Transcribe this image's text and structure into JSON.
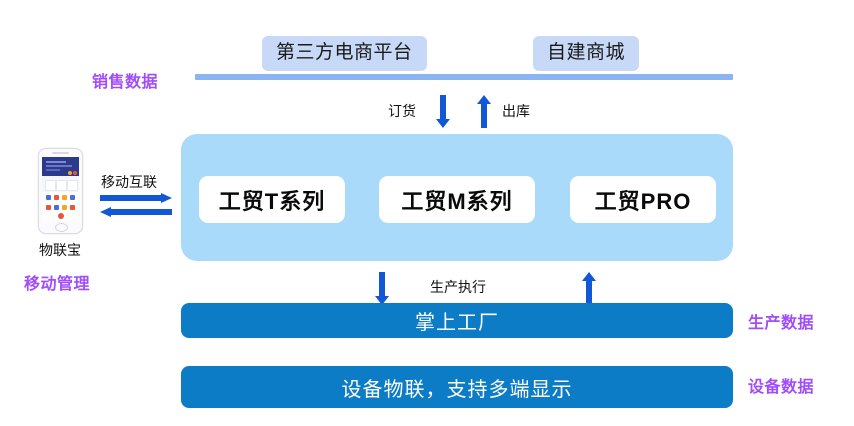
{
  "diagram": {
    "title_channels": {
      "third_party": "第三方电商平台",
      "self_built": "自建商城"
    },
    "side_labels": {
      "sales_data": "销售数据",
      "mobile_management": "移动管理",
      "production_data": "生产数据",
      "equipment_data": "设备数据"
    },
    "flows": {
      "order": "订货",
      "outbound": "出库",
      "production_execution": "生产执行",
      "mobile_internet": "移动互联"
    },
    "platform": {
      "products": [
        {
          "label": "工贸T系列"
        },
        {
          "label": "工贸M系列"
        },
        {
          "label": "工贸PRO"
        }
      ]
    },
    "bars": {
      "factory": "掌上工厂",
      "iot": "设备物联，支持多端显示"
    },
    "mobile": {
      "device_label": "物联宝",
      "device_icon": "smartphone-icon"
    },
    "colors": {
      "accent_purple": "#a14dfc",
      "bar_blue": "#0d7cc6",
      "platform_blue": "#a9daf9",
      "chip_blue": "#c7d9f7",
      "arrow_blue": "#1157d6",
      "bus_line_blue": "#8cb4f2"
    }
  }
}
